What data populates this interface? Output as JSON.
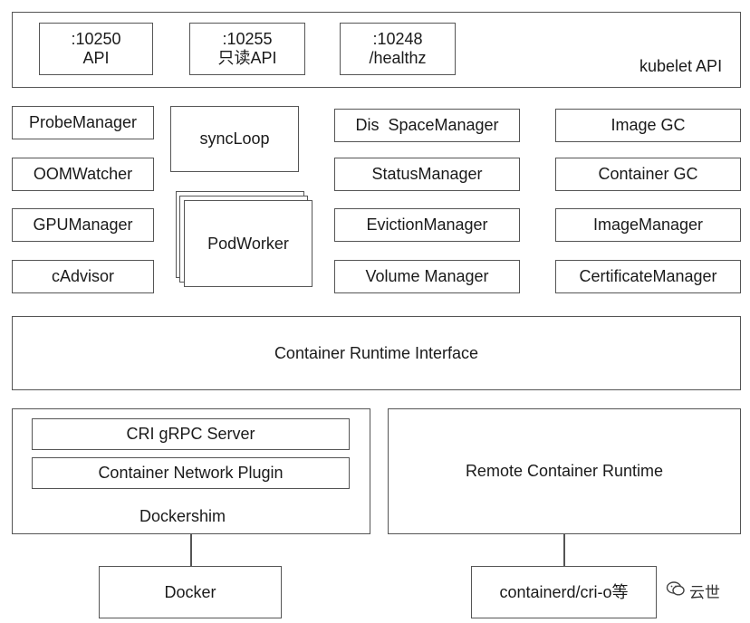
{
  "kubelet_api": {
    "label": "kubelet API",
    "ports": [
      {
        "port": ":10250",
        "name": "API"
      },
      {
        "port": ":10255",
        "name": "只读API"
      },
      {
        "port": ":10248",
        "name": "/healthz"
      }
    ]
  },
  "managers": {
    "col1": [
      "ProbeManager",
      "OOMWatcher",
      "GPUManager",
      "cAdvisor"
    ],
    "syncloop": "syncLoop",
    "podworker": "PodWorker",
    "col3": [
      "Dis  SpaceManager",
      "StatusManager",
      "EvictionManager",
      "Volume Manager"
    ],
    "col4": [
      "Image GC",
      "Container GC",
      "ImageManager",
      "CertificateManager"
    ]
  },
  "cri": "Container Runtime Interface",
  "dockershim": {
    "label": "Dockershim",
    "server": "CRI gRPC Server",
    "plugin": "Container Network Plugin"
  },
  "remote_runtime": "Remote Container Runtime",
  "docker": "Docker",
  "containerd": "containerd/cri-o等",
  "watermark": "云世"
}
